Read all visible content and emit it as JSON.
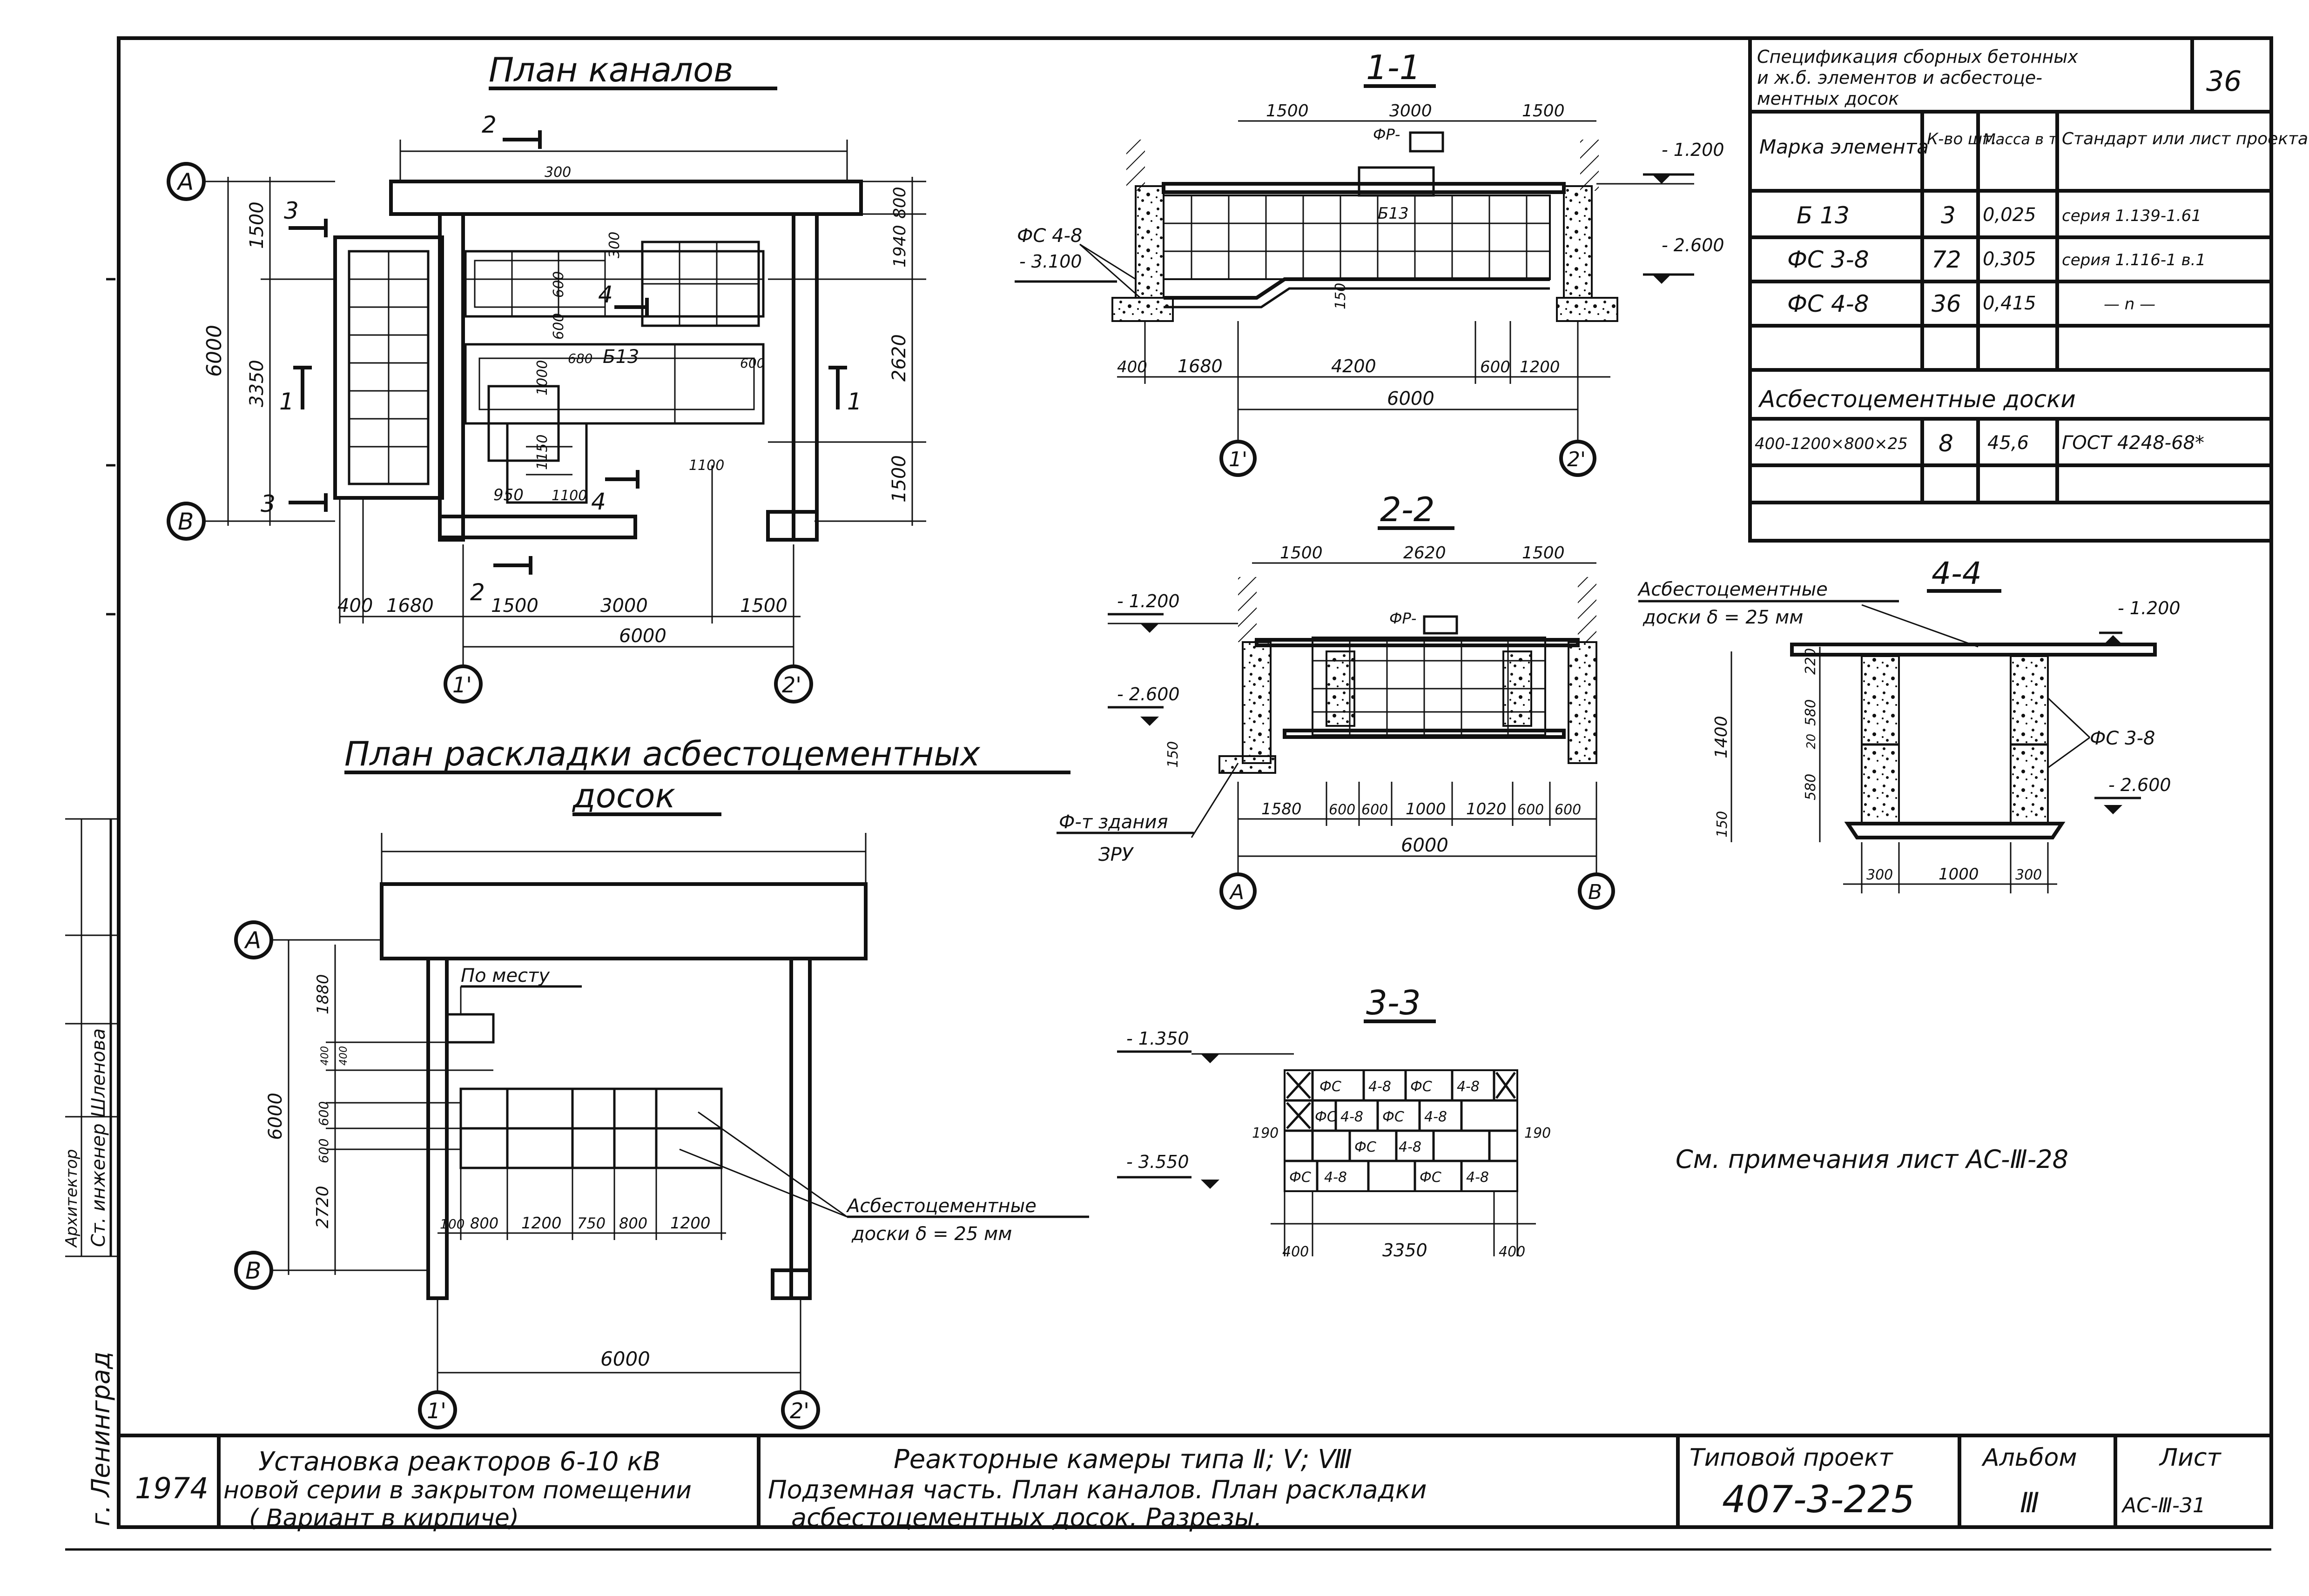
{
  "sheet_number_corner": "36",
  "titles": {
    "plan_channels": "План каналов",
    "sec_1_1": "1-1",
    "sec_2_2": "2-2",
    "sec_3_3": "3-3",
    "sec_4_4": "4-4",
    "plan_boards_1": "План раскладки асбестоцементных",
    "plan_boards_2": "досок"
  },
  "axes": {
    "A": "А",
    "B": "В",
    "one": "1'",
    "two": "2'"
  },
  "plan": {
    "dims_bottom": [
      "400",
      "1680",
      "1500",
      "3000",
      "1500"
    ],
    "total": "6000",
    "dims_left": [
      "1500",
      "3350",
      "6000"
    ],
    "dims_right": [
      "800",
      "1940",
      "2620",
      "1500"
    ],
    "inner": [
      "300",
      "300",
      "600",
      "600",
      "1000",
      "1150",
      "680",
      "600",
      "950",
      "1100",
      "1100",
      "Б13"
    ],
    "cuts": [
      "2",
      "2",
      "3",
      "3",
      "4",
      "4",
      "1",
      "1"
    ]
  },
  "s11": {
    "top": [
      "1500",
      "3000",
      "1500"
    ],
    "bottom": [
      "400",
      "1680",
      "4200",
      "600",
      "1200"
    ],
    "total": "6000",
    "lev1": "- 1.200",
    "lev2": "- 2.600",
    "lev3": "- 3.100",
    "fc": "ФС 4-8",
    "fr": "ФР-",
    "b13": "Б13",
    "d150": "150"
  },
  "s22": {
    "top": [
      "1500",
      "2620",
      "1500"
    ],
    "bottom": [
      "1580",
      "600",
      "600",
      "1000",
      "1020",
      "600",
      "600"
    ],
    "total": "6000",
    "lev1": "- 1.200",
    "lev2": "- 2.600",
    "d150": "150",
    "fr": "ФР-",
    "found1": "Ф-т здания",
    "found2": "ЗРУ"
  },
  "s44": {
    "boards1": "Асбестоцементные",
    "boards2": "доски  δ = 25 мм",
    "lev1": "- 1.200",
    "lev2": "- 2.600",
    "fc": "ФС 3-8",
    "vert": [
      "220",
      "580",
      "20",
      "580",
      "1400",
      "150"
    ],
    "bottom": [
      "300",
      "1000",
      "300"
    ]
  },
  "s33": {
    "lev1": "- 1.350",
    "lev2": "- 3.550",
    "d190a": "190",
    "d190b": "190",
    "row1": [
      "ФС",
      "4-8",
      "ФС",
      "4-8"
    ],
    "row2": [
      "ФС",
      "4-8",
      "ФС",
      "4-8"
    ],
    "row3": [
      "ФС",
      "4-8"
    ],
    "row4": [
      "ФС",
      "4-8",
      "ФС",
      "4-8"
    ],
    "bottom": [
      "400",
      "3350",
      "400"
    ]
  },
  "boards_plan": {
    "po_mestu": "По месту",
    "left_dims": [
      "1880",
      "400",
      "400",
      "600",
      "600",
      "2720",
      "6000"
    ],
    "bottom_dims": [
      "100",
      "800",
      "1200",
      "750",
      "800",
      "1200"
    ],
    "total": "6000",
    "label1": "Асбестоцементные",
    "label2": "доски  δ = 25 мм"
  },
  "note": "См. примечания  лист  АС-Ⅲ-28",
  "spec": {
    "title1": "Спецификация сборных бетонных",
    "title2": "и ж.б. элементов и асбестоце-",
    "title3": "ментных досок",
    "headers": [
      "Марка элемента",
      "К-во шт.",
      "Масса в т",
      "Стандарт или лист проекта"
    ],
    "rows": [
      [
        "Б 13",
        "3",
        "0,025",
        "серия 1.139-1.61"
      ],
      [
        "ФС 3-8",
        "72",
        "0,305",
        "серия 1.116-1 в.1"
      ],
      [
        "ФС 4-8",
        "36",
        "0,415",
        "— n —"
      ]
    ],
    "subtitle": "Асбестоцементные  доски",
    "board_row": [
      "400-1200×800×25",
      "8",
      "45,6",
      "ГОСТ 4248-68*"
    ]
  },
  "stamp": {
    "year": "1974",
    "city": "г. Ленинград",
    "work1": "Установка реакторов  6-10 кВ",
    "work2": "новой серии в закрытом помещении",
    "work3": "( Вариант в кирпиче)",
    "title1": "Реакторные камеры  типа  Ⅱ; Ⅴ; Ⅷ",
    "title2": "Подземная часть.  План каналов.  План раскладки",
    "title3": "асбестоцементных досок.  Разрезы.",
    "proj_label": "Типовой проект",
    "proj_num": "407-3-225",
    "album_label": "Альбом",
    "album_num": "Ⅲ",
    "sheet_label": "Лист",
    "sheet_num": "АС-Ⅲ-31",
    "side1": "Ст. инженер  Шленова",
    "side2": "Архитектор"
  }
}
